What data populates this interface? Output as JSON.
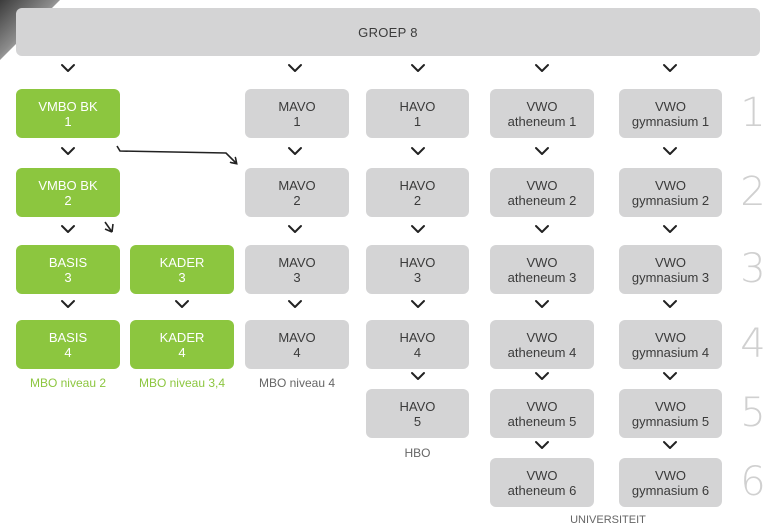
{
  "header": {
    "title": "GROEP 8"
  },
  "boxes": {
    "vmbo_bk_1": {
      "l1": "VMBO BK",
      "l2": "1"
    },
    "vmbo_bk_2": {
      "l1": "VMBO BK",
      "l2": "2"
    },
    "basis_3": {
      "l1": "BASIS",
      "l2": "3"
    },
    "basis_4": {
      "l1": "BASIS",
      "l2": "4"
    },
    "kader_3": {
      "l1": "KADER",
      "l2": "3"
    },
    "kader_4": {
      "l1": "KADER",
      "l2": "4"
    },
    "mavo_1": {
      "l1": "MAVO",
      "l2": "1"
    },
    "mavo_2": {
      "l1": "MAVO",
      "l2": "2"
    },
    "mavo_3": {
      "l1": "MAVO",
      "l2": "3"
    },
    "mavo_4": {
      "l1": "MAVO",
      "l2": "4"
    },
    "havo_1": {
      "l1": "HAVO",
      "l2": "1"
    },
    "havo_2": {
      "l1": "HAVO",
      "l2": "2"
    },
    "havo_3": {
      "l1": "HAVO",
      "l2": "3"
    },
    "havo_4": {
      "l1": "HAVO",
      "l2": "4"
    },
    "havo_5": {
      "l1": "HAVO",
      "l2": "5"
    },
    "vwo_ath_1": {
      "l1": "VWO",
      "l2": "atheneum 1"
    },
    "vwo_ath_2": {
      "l1": "VWO",
      "l2": "atheneum 2"
    },
    "vwo_ath_3": {
      "l1": "VWO",
      "l2": "atheneum 3"
    },
    "vwo_ath_4": {
      "l1": "VWO",
      "l2": "atheneum 4"
    },
    "vwo_ath_5": {
      "l1": "VWO",
      "l2": "atheneum 5"
    },
    "vwo_ath_6": {
      "l1": "VWO",
      "l2": "atheneum 6"
    },
    "vwo_gym_1": {
      "l1": "VWO",
      "l2": "gymnasium 1"
    },
    "vwo_gym_2": {
      "l1": "VWO",
      "l2": "gymnasium 2"
    },
    "vwo_gym_3": {
      "l1": "VWO",
      "l2": "gymnasium 3"
    },
    "vwo_gym_4": {
      "l1": "VWO",
      "l2": "gymnasium 4"
    },
    "vwo_gym_5": {
      "l1": "VWO",
      "l2": "gymnasium 5"
    },
    "vwo_gym_6": {
      "l1": "VWO",
      "l2": "gymnasium 6"
    }
  },
  "captions": {
    "basis": "MBO niveau 2",
    "kader": "MBO niveau 3,4",
    "mavo": "MBO niveau 4",
    "havo": "HBO",
    "vwo": "UNIVERSITEIT"
  },
  "years": [
    "1",
    "2",
    "3",
    "4",
    "5",
    "6"
  ],
  "colors": {
    "green": "#8cc63f",
    "gray_box": "#d4d4d5",
    "text_dark": "#3b3b3b",
    "year_gray": "#d0d0d0"
  },
  "icons": {
    "down": "chevron-down-icon",
    "flow": "arrow-icon"
  }
}
